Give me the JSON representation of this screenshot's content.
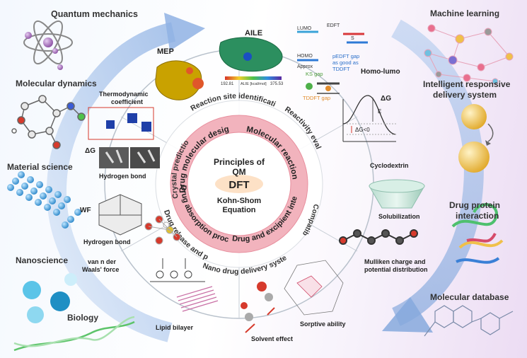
{
  "left_panel": {
    "quantum": "Quantum mechanics",
    "molecular_dynamics": "Molecular dynamics",
    "material_science": "Material science",
    "nanoscience": "Nanoscience",
    "biology": "Biology"
  },
  "right_panel": {
    "machine_learning": "Machine learning",
    "intelligent": "Intelligent responsive delivery system",
    "drug_protein": "Drug protein interaction",
    "molecular_database": "Molecular database"
  },
  "center": {
    "principles": "Principles of QM",
    "dft": "DFT",
    "kohn": "Kohn-Shom Equation"
  },
  "inner_ring": {
    "drug_design": "Drug molecular design",
    "reaction_mechanism": "Molecular reaction mechanism",
    "excipient": "Drug and excipient interaction",
    "absorption": "Drug absorption process"
  },
  "outer_ring": {
    "reaction_site": "Reaction site identification",
    "reactivity": "Reactivity evaluation",
    "compatibility": "Compatibility",
    "nano_drug": "Nano drug delivery system",
    "release": "Drug release and penetration",
    "crystal": "Crystal prediction"
  },
  "panels": {
    "mep": "MEP",
    "aile": "AILE",
    "aile_min": "192.81",
    "aile_max": "375.53",
    "aile_unit": "ALIE [kcal/mol]",
    "lumo": "LUMO",
    "homo": "HOMO",
    "edft": "EDFT",
    "sg": "S",
    "approx": "Approx",
    "ks_gap": "KS gap",
    "pedft": "pEDFT gap as good as TDDFT",
    "tddft_gap": "TDDFT gap",
    "homo_lumo": "Homo-lumo",
    "delta_g": "ΔG",
    "ea": "E",
    "dg_less": "ΔG<0",
    "thermo": "Thermodynamic coefficient",
    "delta_g_left": "ΔG",
    "hbond1": "Hydrogen bond",
    "wf": "WF",
    "hbond2": "Hydrogen bond",
    "vdw": "van n der Waals' force",
    "lipid": "Lipid bilayer",
    "solvent": "Solvent effect",
    "sorptive": "Sorptive ability",
    "mulliken": "Mulliken charge and potential distribution",
    "solubilization": "Solubilization",
    "cyclodextrin": "Cyclodextrin"
  },
  "colors": {
    "arrow_blue": "#8fb2e4",
    "ring_pink": "#f2b3bd",
    "center_fill": "#ffffff",
    "dft_fill": "#fde1c6"
  }
}
